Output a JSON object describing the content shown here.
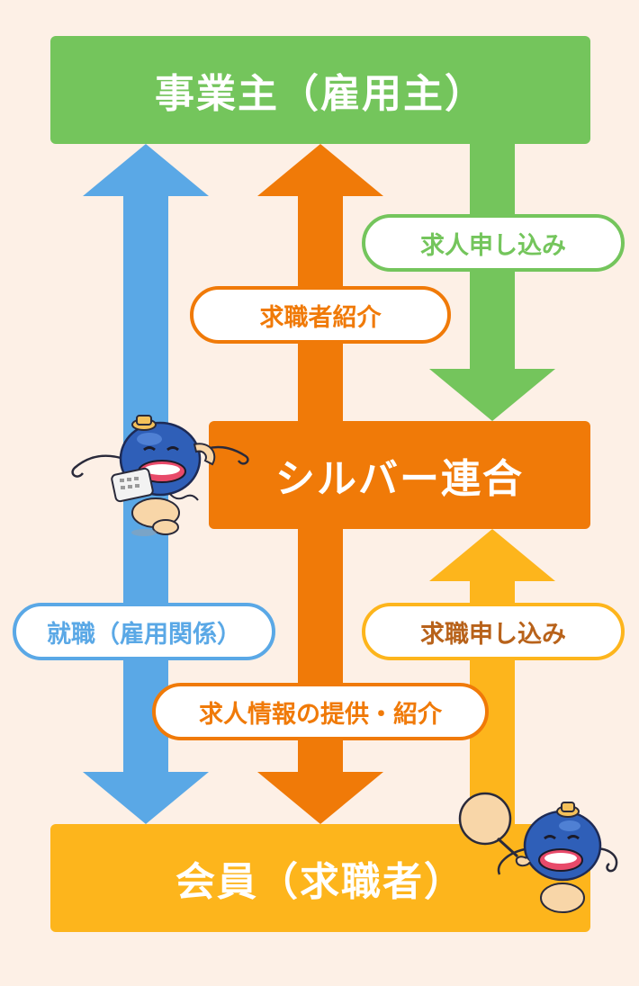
{
  "nodes": {
    "employer": "事業主（雇用主）",
    "silver": "シルバー連合",
    "member": "会員（求職者）"
  },
  "labels": {
    "job_offer": "求人申し込み",
    "introduce": "求職者紹介",
    "employment": "就職（雇用関係）",
    "apply": "求職申し込み",
    "info": "求人情報の提供・紹介"
  },
  "colors": {
    "employer": "#74c55c",
    "silver": "#f07a08",
    "member": "#fdb51c",
    "employment": "#5aa8e6",
    "background": "#fdf0e6"
  },
  "mascots": [
    "catfish-with-phone-icon",
    "catfish-with-fan-icon"
  ]
}
